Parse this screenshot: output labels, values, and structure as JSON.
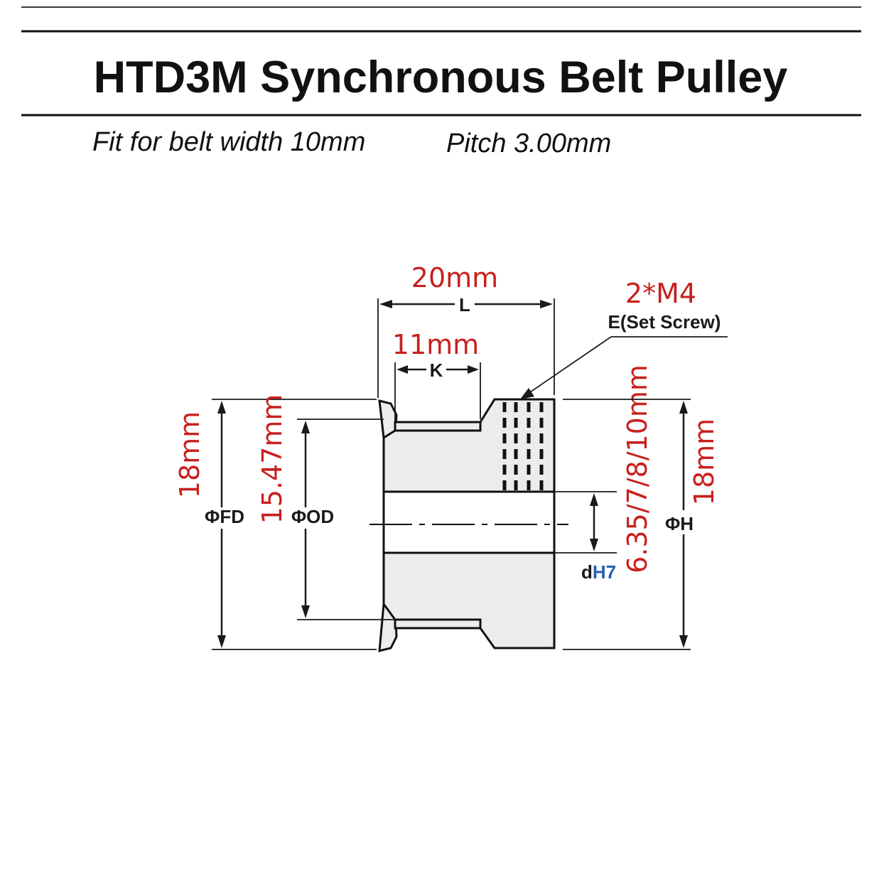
{
  "header": {
    "title": "HTD3M Synchronous Belt Pulley",
    "belt_width_text": "Fit for belt width 10mm",
    "pitch_text": "Pitch 3.00mm"
  },
  "diagram": {
    "L": {
      "value": "20mm",
      "label": "L"
    },
    "K": {
      "value": "11mm",
      "label": "K"
    },
    "set_screw": {
      "value": "2*M4",
      "label": "E(Set Screw)"
    },
    "FD": {
      "value": "18mm",
      "label": "ΦFD"
    },
    "OD": {
      "value": "15.47mm",
      "label": "ΦOD"
    },
    "bore": {
      "value": "6.35/7/8/10mm",
      "label_prefix": "d",
      "label_suffix": "H7"
    },
    "H": {
      "value": "18mm",
      "label": "ΦH"
    }
  },
  "colors": {
    "dimension_text": "#c8201e",
    "tolerance_text": "#2a5fb0",
    "line": "#1a1a1a"
  }
}
